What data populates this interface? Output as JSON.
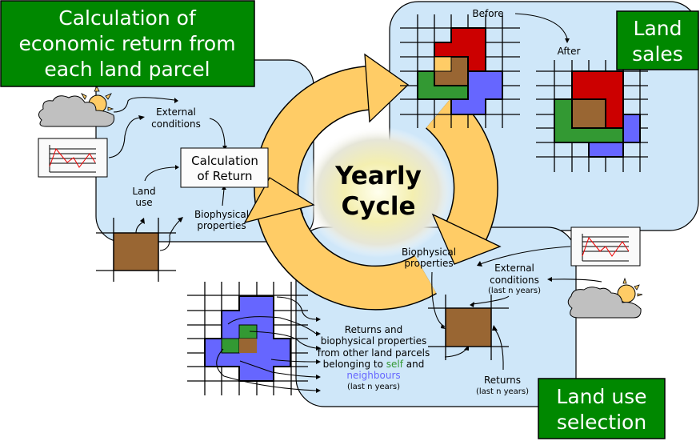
{
  "boxes": {
    "calc_title": [
      "Calculation of",
      "economic return from",
      "each land parcel"
    ],
    "land_sales": [
      "Land",
      "sales"
    ],
    "land_use_selection": [
      "Land use",
      "selection"
    ]
  },
  "center": {
    "line1": "Yearly",
    "line2": "Cycle"
  },
  "calc_panel": {
    "external": [
      "External",
      "conditions"
    ],
    "calc_box": [
      "Calculation",
      "of Return"
    ],
    "land_use": [
      "Land",
      "use"
    ],
    "biophysical": [
      "Biophysical",
      "properties"
    ]
  },
  "sales_panel": {
    "before": "Before",
    "after": "After"
  },
  "selection_panel": {
    "biophysical": [
      "Biophysical",
      "properties"
    ],
    "external": [
      "External",
      "conditions",
      "(last n years)"
    ],
    "returns_from_others": [
      "Returns and",
      "biophysical properties",
      "from other land parcels"
    ],
    "belonging_prefix": "belonging to ",
    "self": "self",
    "and": " and",
    "neighbours": "neighbours",
    "last_n": "(last n years)",
    "returns": [
      "Returns",
      "(last n years)"
    ]
  },
  "colors": {
    "green_box": "#008800",
    "arrow": "#ffcc66",
    "panel": "#cfe7f9",
    "self_text": "#339933",
    "neighbours_text": "#6666ff"
  }
}
